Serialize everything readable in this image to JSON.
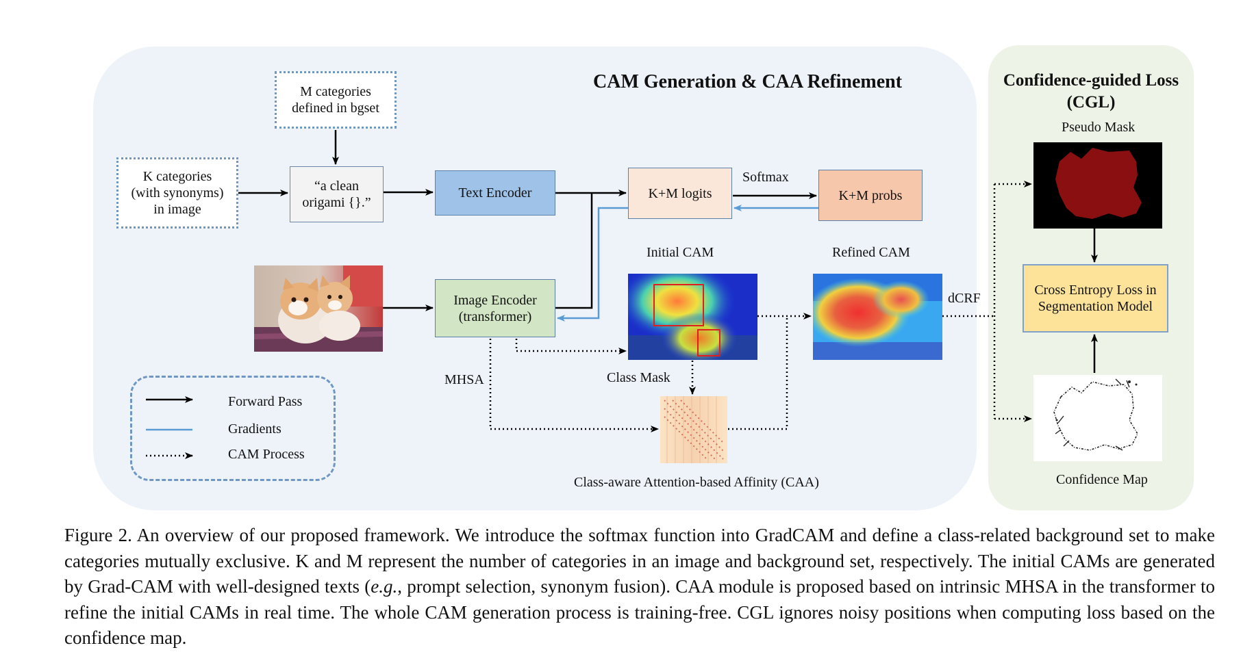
{
  "diagram": {
    "title_main": "CAM Generation & CAA Refinement",
    "title_cgl_line1": "Confidence-guided Loss",
    "title_cgl_line2": "(CGL)",
    "bg_box_line1": "M categories",
    "bg_box_line2": "defined in bgset",
    "k_box_line1": "K categories",
    "k_box_line2": "(with synonyms)",
    "k_box_line3": "in image",
    "prompt_line1": "“a clean",
    "prompt_line2": "origami {}.”",
    "text_encoder": "Text Encoder",
    "image_encoder_line1": "Image Encoder",
    "image_encoder_line2": "(transformer)",
    "logits": "K+M logits",
    "softmax": "Softmax",
    "probs": "K+M probs",
    "initial_cam": "Initial CAM",
    "refined_cam": "Refined CAM",
    "class_mask": "Class Mask",
    "mhsa": "MHSA",
    "dcrf": "dCRF",
    "caa": "Class-aware Attention-based Affinity  (CAA)",
    "pseudo_mask": "Pseudo Mask",
    "ce_loss_line1": "Cross Entropy Loss in",
    "ce_loss_line2": "Segmentation Model",
    "confidence_map": "Confidence Map"
  },
  "legend": {
    "forward": "Forward Pass",
    "gradients": "Gradients",
    "cam_process": "CAM Process"
  },
  "caption": {
    "p1": "Figure 2.  An overview of our proposed framework.  We introduce the softmax function into GradCAM and define a class-related background set to make categories mutually exclusive. K and M represent the number of categories in an image and background set, respectively. The initial CAMs are generated by Grad-CAM with well-designed texts (",
    "eg": "e.g.",
    "p2": ", prompt selection, synonym fusion). CAA module is proposed based on intrinsic MHSA in the transformer to refine the initial CAMs in real time.  The whole CAM generation process is training-free. CGL ignores noisy positions when computing loss based on the confidence map."
  },
  "colors": {
    "forward_arrow": "#000000",
    "gradient_arrow": "#5b9bd5",
    "text_encoder_fill": "#9ec2e8",
    "image_encoder_fill": "#d2e6c5",
    "logits_fill": "#fbe6da",
    "probs_fill": "#f7c7ac",
    "ce_loss_fill": "#fde39a"
  }
}
